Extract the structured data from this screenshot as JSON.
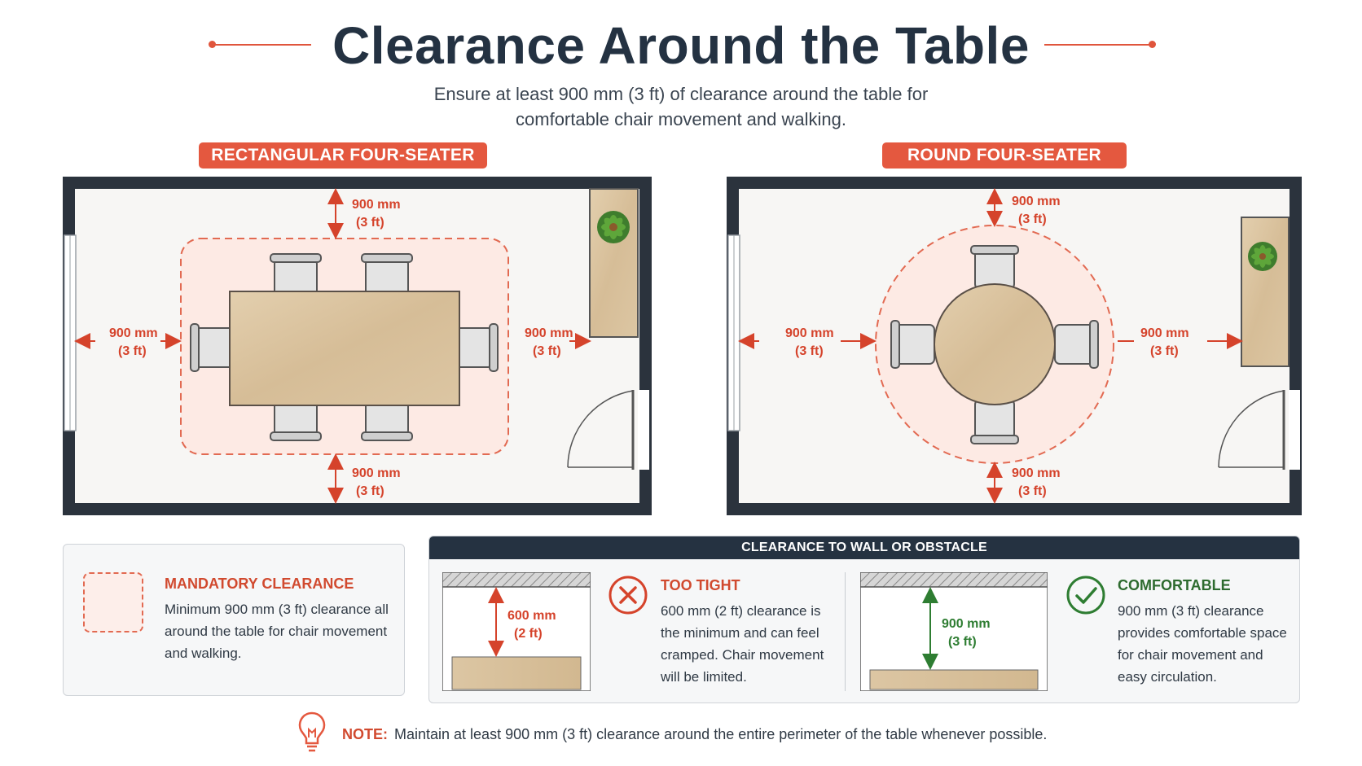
{
  "header": {
    "title": "Clearance Around the Table",
    "subtitle_line1": "Ensure at least 900 mm (3 ft) of clearance around the table for",
    "subtitle_line2": "comfortable chair movement and walking."
  },
  "plans": {
    "rect_label": "RECTANGULAR FOUR-SEATER",
    "round_label": "ROUND FOUR-SEATER",
    "dim_mm": "900 mm",
    "dim_ft": "(3 ft)"
  },
  "legend": {
    "heading": "MANDATORY CLEARANCE",
    "body": "Minimum 900 mm (3 ft) clearance all around the table for chair movement and walking."
  },
  "wall_panel": {
    "header": "CLEARANCE TO WALL OR OBSTACLE",
    "tight": {
      "dim_mm": "600 mm",
      "dim_ft": "(2 ft)",
      "heading": "TOO TIGHT",
      "body": "600 mm (2 ft) clearance is the minimum and can feel cramped. Chair movement will be limited."
    },
    "comfortable": {
      "dim_mm": "900 mm",
      "dim_ft": "(3 ft)",
      "heading": "COMFORTABLE",
      "body": "900 mm (3 ft) clearance provides comfortable space for chair movement and easy circulation."
    }
  },
  "note": {
    "label": "NOTE:",
    "text": "Maintain at least 900 mm (3 ft) clearance around the entire perimeter of the table whenever possible."
  },
  "colors": {
    "accent": "#e4583f",
    "dark": "#253241",
    "good": "#2e7d32",
    "wood": "#d9c29f"
  },
  "icons": [
    "plant-icon",
    "door-swing-icon",
    "x-circle-icon",
    "check-circle-icon",
    "lightbulb-icon"
  ]
}
